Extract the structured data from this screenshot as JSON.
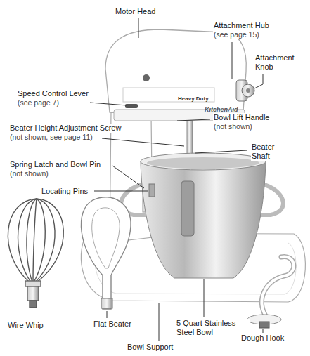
{
  "diagram": {
    "labels": [
      "Motor Head",
      "Attachment Hub",
      "(see page 15)",
      "Attachment Knob",
      "Speed Control Lever",
      "(see page 7)",
      "Bowl Lift Handle",
      "(not shown)",
      "Beater Height Adjustment Screw",
      "(not shown, see page 11)",
      "Beater Shaft",
      "Spring Latch and Bowl Pin",
      "(not shown)",
      "Locating Pins",
      "Wire Whip",
      "Flat Beater",
      "5 Quart Stainless Steel Bowl",
      "Bowl Support",
      "Dough Hook",
      "Heavy Duty",
      "KitchenAid"
    ]
  }
}
